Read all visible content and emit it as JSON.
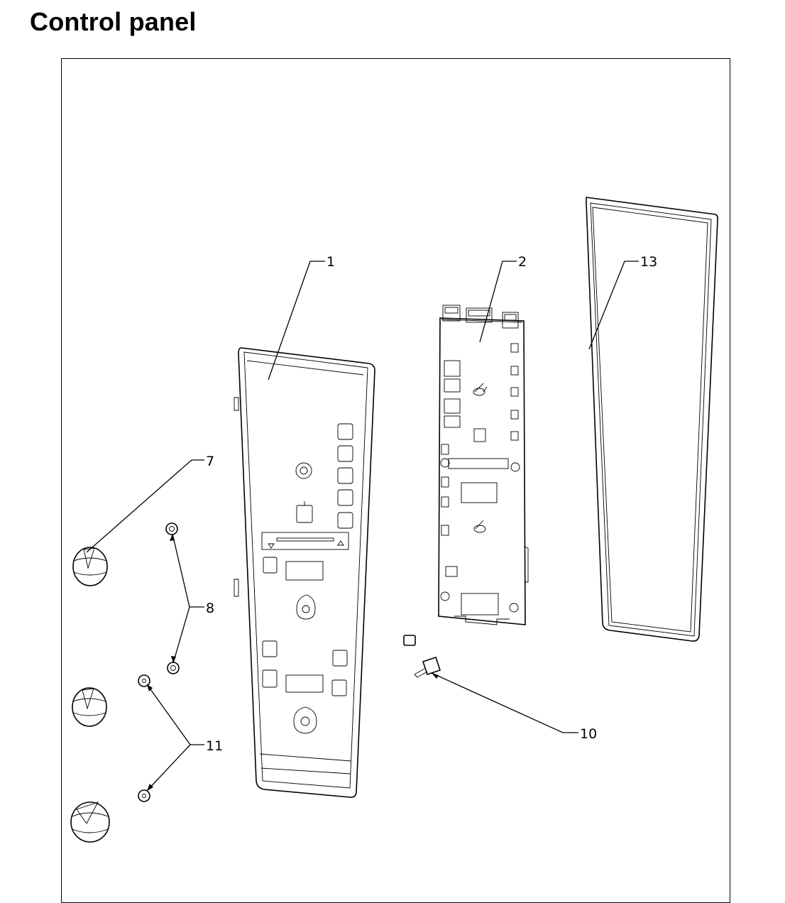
{
  "page": {
    "title": "Control panel"
  },
  "parts": [
    {
      "id": "p1",
      "number": "1",
      "part": "control-panel-fascia"
    },
    {
      "id": "p2",
      "number": "2",
      "part": "control-board"
    },
    {
      "id": "p13",
      "number": "13",
      "part": "panel-gasket"
    },
    {
      "id": "p7",
      "number": "7",
      "part": "knob"
    },
    {
      "id": "p8",
      "number": "8",
      "part": "knob-insert"
    },
    {
      "id": "p11",
      "number": "11",
      "part": "knob-washer"
    },
    {
      "id": "p10",
      "number": "10",
      "part": "rotary-encoder"
    }
  ]
}
